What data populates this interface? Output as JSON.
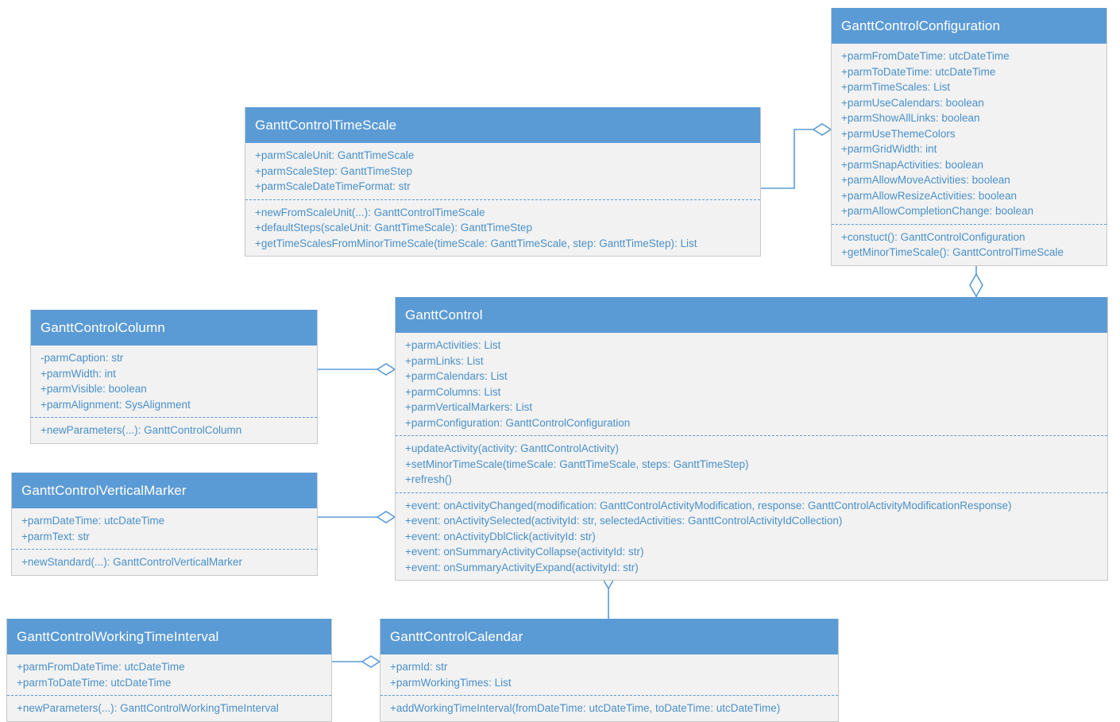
{
  "diagram": {
    "title": "GanttControl UML class diagram",
    "type": "uml-class-diagram",
    "colors": {
      "header_fill": "#5b9bd5",
      "header_text": "#ffffff",
      "body_fill": "#f2f2f2",
      "body_text": "#4a90c8",
      "border": "#c8c8c8",
      "connector": "#5b9bd5",
      "separator": "#5b9bd5"
    }
  },
  "classes": {
    "configuration": {
      "name": "GanttControlConfiguration",
      "attributes": [
        "+parmFromDateTime: utcDateTime",
        "+parmToDateTime: utcDateTime",
        "+parmTimeScales: List",
        "+parmUseCalendars: boolean",
        "+parmShowAllLinks: boolean",
        "+parmUseThemeColors",
        "+parmGridWidth: int",
        "+parmSnapActivities: boolean",
        "+parmAllowMoveActivities: boolean",
        "+parmAllowResizeActivities: boolean",
        "+parmAllowCompletionChange: boolean"
      ],
      "methods": [
        "+constuct(): GanttControlConfiguration",
        "+getMinorTimeScale(): GanttControlTimeScale"
      ]
    },
    "timescale": {
      "name": "GanttControlTimeScale",
      "attributes": [
        "+parmScaleUnit: GanttTimeScale",
        "+parmScaleStep: GanttTimeStep",
        "+parmScaleDateTimeFormat: str"
      ],
      "methods": [
        "+newFromScaleUnit(...): GanttControlTimeScale",
        "+defaultSteps(scaleUnit: GanttTimeScale): GanttTimeStep",
        "+getTimeScalesFromMinorTimeScale(timeScale: GanttTimeScale, step: GanttTimeStep): List"
      ]
    },
    "column": {
      "name": "GanttControlColumn",
      "attributes": [
        "-parmCaption: str",
        "+parmWidth: int",
        "+parmVisible: boolean",
        "+parmAlignment: SysAlignment"
      ],
      "methods": [
        "+newParameters(...): GanttControlColumn"
      ]
    },
    "ganttcontrol": {
      "name": "GanttControl",
      "attributes": [
        "+parmActivities: List",
        "+parmLinks: List",
        "+parmCalendars: List",
        "+parmColumns: List",
        "+parmVerticalMarkers: List",
        "+parmConfiguration: GanttControlConfiguration"
      ],
      "methods": [
        "+updateActivity(activity: GanttControlActivity)",
        "+setMinorTimeScale(timeScale: GanttTimeScale, steps: GanttTimeStep)",
        "+refresh()"
      ],
      "events": [
        "+event: onActivityChanged(modification: GanttControlActivityModification, response: GanttControlActivityModificationResponse)",
        "+event: onActivitySelected(activityId: str, selectedActivities: GanttControlActivityIdCollection)",
        "+event: onActivityDblClick(activityId: str)",
        "+event: onSummaryActivityCollapse(activityId: str)",
        "+event: onSummaryActivityExpand(activityId: str)"
      ]
    },
    "verticalmarker": {
      "name": "GanttControlVerticalMarker",
      "attributes": [
        "+parmDateTime: utcDateTime",
        "+parmText: str"
      ],
      "methods": [
        "+newStandard(...): GanttControlVerticalMarker"
      ]
    },
    "workingtimeinterval": {
      "name": "GanttControlWorkingTimeInterval",
      "attributes": [
        "+parmFromDateTime: utcDateTime",
        "+parmToDateTime: utcDateTime"
      ],
      "methods": [
        "+newParameters(...): GanttControlWorkingTimeInterval"
      ]
    },
    "calendar": {
      "name": "GanttControlCalendar",
      "attributes": [
        "+parmId: str",
        "+parmWorkingTimes: List"
      ],
      "methods": [
        "+addWorkingTimeInterval(fromDateTime: utcDateTime, toDateTime: utcDateTime)"
      ]
    }
  },
  "relationships": [
    {
      "from": "timescale",
      "to": "configuration",
      "kind": "aggregation",
      "marker": "hollow-diamond"
    },
    {
      "from": "configuration",
      "to": "ganttcontrol",
      "kind": "aggregation",
      "marker": "hollow-diamond"
    },
    {
      "from": "column",
      "to": "ganttcontrol",
      "kind": "aggregation",
      "marker": "hollow-diamond"
    },
    {
      "from": "verticalmarker",
      "to": "ganttcontrol",
      "kind": "aggregation",
      "marker": "hollow-diamond"
    },
    {
      "from": "calendar",
      "to": "ganttcontrol",
      "kind": "aggregation",
      "marker": "hollow-diamond"
    },
    {
      "from": "workingtimeinterval",
      "to": "calendar",
      "kind": "aggregation",
      "marker": "hollow-diamond"
    }
  ]
}
